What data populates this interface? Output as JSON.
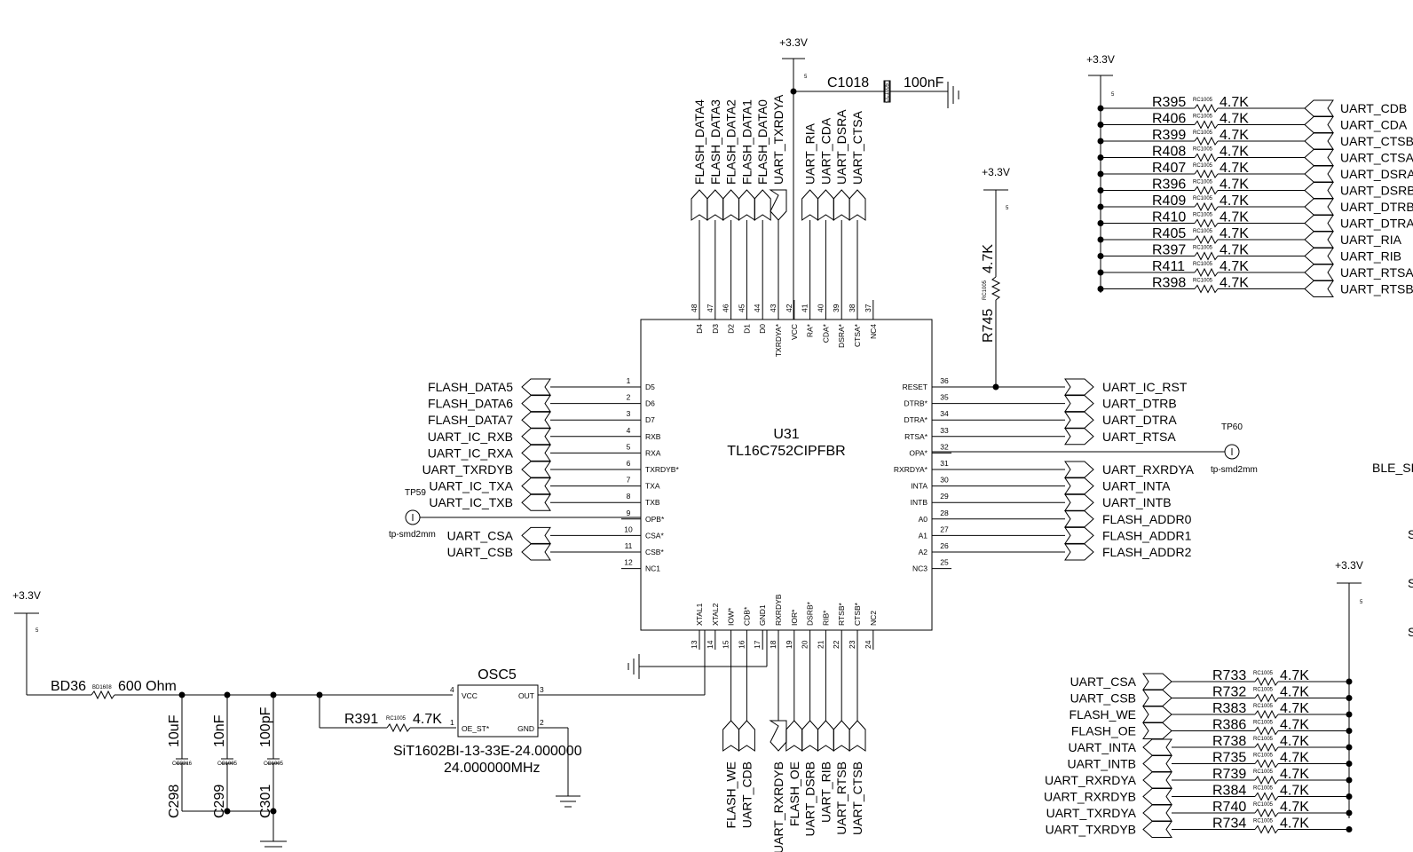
{
  "chip": {
    "ref": "U31",
    "part": "TL16C752CIPFBR",
    "left_pins": [
      {
        "num": "1",
        "name": "D5",
        "net": "FLASH_DATA5"
      },
      {
        "num": "2",
        "name": "D6",
        "net": "FLASH_DATA6"
      },
      {
        "num": "3",
        "name": "D7",
        "net": "FLASH_DATA7"
      },
      {
        "num": "4",
        "name": "RXB",
        "net": "UART_IC_RXB"
      },
      {
        "num": "5",
        "name": "RXA",
        "net": "UART_IC_RXA"
      },
      {
        "num": "6",
        "name": "TXRDYB*",
        "net": "UART_TXRDYB"
      },
      {
        "num": "7",
        "name": "TXA",
        "net": "UART_IC_TXA"
      },
      {
        "num": "8",
        "name": "TXB",
        "net": "UART_IC_TXB"
      },
      {
        "num": "9",
        "name": "OPB*",
        "net": ""
      },
      {
        "num": "10",
        "name": "CSA*",
        "net": "UART_CSA"
      },
      {
        "num": "11",
        "name": "CSB*",
        "net": "UART_CSB"
      },
      {
        "num": "12",
        "name": "NC1",
        "net": ""
      }
    ],
    "right_pins": [
      {
        "num": "36",
        "name": "RESET",
        "net": "UART_IC_RST"
      },
      {
        "num": "35",
        "name": "DTRB*",
        "net": "UART_DTRB"
      },
      {
        "num": "34",
        "name": "DTRA*",
        "net": "UART_DTRA"
      },
      {
        "num": "33",
        "name": "RTSA*",
        "net": "UART_RTSA"
      },
      {
        "num": "32",
        "name": "OPA*",
        "net": ""
      },
      {
        "num": "31",
        "name": "RXRDYA*",
        "net": "UART_RXRDYA"
      },
      {
        "num": "30",
        "name": "INTA",
        "net": "UART_INTA"
      },
      {
        "num": "29",
        "name": "INTB",
        "net": "UART_INTB"
      },
      {
        "num": "28",
        "name": "A0",
        "net": "FLASH_ADDR0"
      },
      {
        "num": "27",
        "name": "A1",
        "net": "FLASH_ADDR1"
      },
      {
        "num": "26",
        "name": "A2",
        "net": "FLASH_ADDR2"
      },
      {
        "num": "25",
        "name": "NC3",
        "net": ""
      }
    ],
    "top_pins": [
      {
        "num": "48",
        "name": "D4",
        "net": "FLASH_DATA4"
      },
      {
        "num": "47",
        "name": "D3",
        "net": "FLASH_DATA3"
      },
      {
        "num": "46",
        "name": "D2",
        "net": "FLASH_DATA2"
      },
      {
        "num": "45",
        "name": "D1",
        "net": "FLASH_DATA1"
      },
      {
        "num": "44",
        "name": "D0",
        "net": "FLASH_DATA0"
      },
      {
        "num": "43",
        "name": "TXRDYA*",
        "net": "UART_TXRDYA"
      },
      {
        "num": "42",
        "name": "VCC",
        "net": ""
      },
      {
        "num": "41",
        "name": "RA*",
        "net": "UART_RIA"
      },
      {
        "num": "40",
        "name": "CDA*",
        "net": "UART_CDA"
      },
      {
        "num": "39",
        "name": "DSRA*",
        "net": "UART_DSRA"
      },
      {
        "num": "38",
        "name": "CTSA*",
        "net": "UART_CTSA"
      },
      {
        "num": "37",
        "name": "NC4",
        "net": ""
      }
    ],
    "bottom_pins": [
      {
        "num": "13",
        "name": "XTAL1",
        "net": ""
      },
      {
        "num": "14",
        "name": "XTAL2",
        "net": ""
      },
      {
        "num": "15",
        "name": "IOW*",
        "net": "FLASH_WE"
      },
      {
        "num": "16",
        "name": "CDB*",
        "net": "UART_CDB"
      },
      {
        "num": "17",
        "name": "GND1",
        "net": ""
      },
      {
        "num": "18",
        "name": "RXRDYB",
        "net": "UART_RXRDYB"
      },
      {
        "num": "19",
        "name": "IOR*",
        "net": "FLASH_OE"
      },
      {
        "num": "20",
        "name": "DSRB*",
        "net": "UART_DSRB"
      },
      {
        "num": "21",
        "name": "RIB*",
        "net": "UART_RIB"
      },
      {
        "num": "22",
        "name": "RTSB*",
        "net": "UART_RTSB"
      },
      {
        "num": "23",
        "name": "CTSB*",
        "net": "UART_CTSB"
      },
      {
        "num": "24",
        "name": "NC2",
        "net": ""
      }
    ]
  },
  "power": {
    "label": "+3.3V",
    "pin": "5"
  },
  "c1018": {
    "ref": "C1018",
    "value": "100nF",
    "pkg": "CC1005"
  },
  "r745": {
    "ref": "R745",
    "value": "4.7K",
    "pkg": "RC1005"
  },
  "tp59": {
    "ref": "TP59",
    "pkg": "tp-smd2mm"
  },
  "tp60": {
    "ref": "TP60",
    "pkg": "tp-smd2mm"
  },
  "ble": {
    "text": "BLE_SPI_"
  },
  "edge_letters": [
    "S",
    "S",
    "S"
  ],
  "pullups_top": [
    {
      "ref": "R395",
      "value": "4.7K",
      "pkg": "RC1005",
      "net": "UART_CDB"
    },
    {
      "ref": "R406",
      "value": "4.7K",
      "pkg": "RC1005",
      "net": "UART_CDA"
    },
    {
      "ref": "R399",
      "value": "4.7K",
      "pkg": "RC1005",
      "net": "UART_CTSB"
    },
    {
      "ref": "R408",
      "value": "4.7K",
      "pkg": "RC1005",
      "net": "UART_CTSA"
    },
    {
      "ref": "R407",
      "value": "4.7K",
      "pkg": "RC1005",
      "net": "UART_DSRA"
    },
    {
      "ref": "R396",
      "value": "4.7K",
      "pkg": "RC1005",
      "net": "UART_DSRB"
    },
    {
      "ref": "R409",
      "value": "4.7K",
      "pkg": "RC1005",
      "net": "UART_DTRB"
    },
    {
      "ref": "R410",
      "value": "4.7K",
      "pkg": "RC1005",
      "net": "UART_DTRA"
    },
    {
      "ref": "R405",
      "value": "4.7K",
      "pkg": "RC1005",
      "net": "UART_RIA"
    },
    {
      "ref": "R397",
      "value": "4.7K",
      "pkg": "RC1005",
      "net": "UART_RIB"
    },
    {
      "ref": "R411",
      "value": "4.7K",
      "pkg": "RC1005",
      "net": "UART_RTSA"
    },
    {
      "ref": "R398",
      "value": "4.7K",
      "pkg": "RC1005",
      "net": "UART_RTSB"
    }
  ],
  "pullups_bottom": [
    {
      "ref": "R733",
      "value": "4.7K",
      "pkg": "RC1005",
      "net": "UART_CSA"
    },
    {
      "ref": "R732",
      "value": "4.7K",
      "pkg": "RC1005",
      "net": "UART_CSB"
    },
    {
      "ref": "R383",
      "value": "4.7K",
      "pkg": "RC1005",
      "net": "FLASH_WE"
    },
    {
      "ref": "R386",
      "value": "4.7K",
      "pkg": "RC1005",
      "net": "FLASH_OE"
    },
    {
      "ref": "R738",
      "value": "4.7K",
      "pkg": "RC1005",
      "net": "UART_INTA"
    },
    {
      "ref": "R735",
      "value": "4.7K",
      "pkg": "RC1005",
      "net": "UART_INTB"
    },
    {
      "ref": "R739",
      "value": "4.7K",
      "pkg": "RC1005",
      "net": "UART_RXRDYA"
    },
    {
      "ref": "R384",
      "value": "4.7K",
      "pkg": "RC1005",
      "net": "UART_RXRDYB"
    },
    {
      "ref": "R740",
      "value": "4.7K",
      "pkg": "RC1005",
      "net": "UART_TXRDYA"
    },
    {
      "ref": "R734",
      "value": "4.7K",
      "pkg": "RC1005",
      "net": "UART_TXRDYB"
    }
  ],
  "osc": {
    "ref": "OSC5",
    "part": "SiT1602BI-13-33E-24.000000",
    "freq": "24.000000MHz",
    "pins": {
      "vcc": "VCC",
      "out": "OUT",
      "oe": "OE_ST*",
      "gnd": "GND",
      "n1": "1",
      "n2": "2",
      "n3": "3",
      "n4": "4"
    }
  },
  "bd36": {
    "ref": "BD36",
    "value": "600 Ohm",
    "pkg": "BD1608"
  },
  "r391": {
    "ref": "R391",
    "value": "4.7K",
    "pkg": "RC1005"
  },
  "caps": [
    {
      "ref": "C298",
      "value": "10uF",
      "pkg": "CC3216"
    },
    {
      "ref": "C299",
      "value": "10nF",
      "pkg": "CC1005"
    },
    {
      "ref": "C301",
      "value": "100pF",
      "pkg": "CC1005"
    }
  ]
}
